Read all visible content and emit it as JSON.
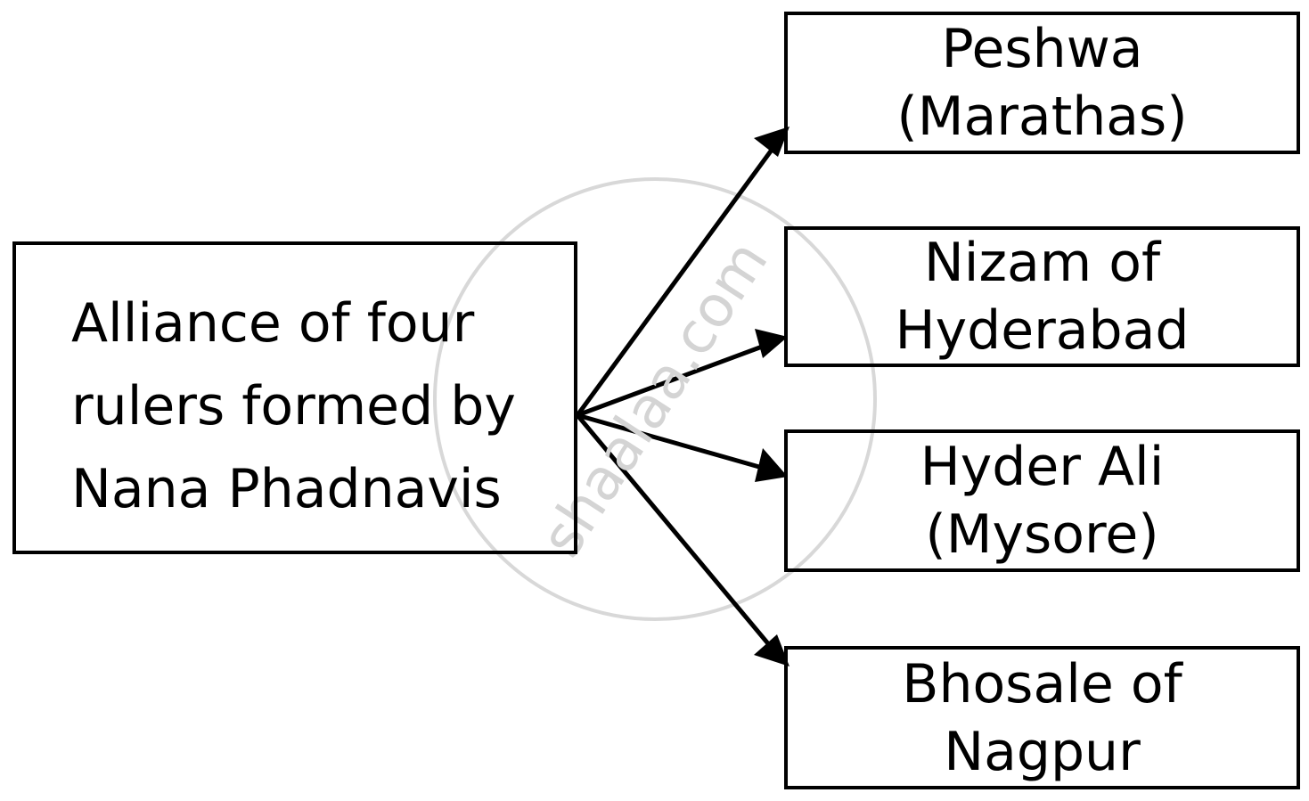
{
  "source": {
    "lines": [
      "Alliance of four",
      "rulers formed by",
      "Nana Phadnavis"
    ]
  },
  "targets": [
    {
      "lines": [
        "Peshwa",
        "(Marathas)"
      ]
    },
    {
      "lines": [
        "Nizam of",
        "Hyderabad"
      ]
    },
    {
      "lines": [
        "Hyder Ali",
        "(Mysore)"
      ]
    },
    {
      "lines": [
        "Bhosale of",
        "Nagpur"
      ]
    }
  ],
  "watermark": "shaalaa.com"
}
